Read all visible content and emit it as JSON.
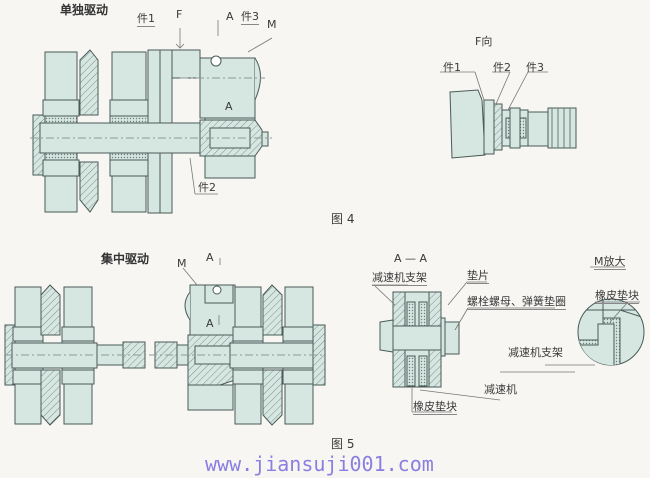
{
  "colors": {
    "part_fill": "#d6e6e1",
    "outline": "#4a5a58",
    "hatch": "#7f8f8c",
    "background": "#f7f6f3",
    "watermark": "#8a7fe0"
  },
  "figure4": {
    "caption": "图 4",
    "individual_drive": {
      "title": "单独驱动",
      "labels": {
        "part1": "件1",
        "force": "F",
        "section_a_top": "A",
        "part3": "件3",
        "detail_m": "M",
        "section_a_bottom": "A",
        "part2": "件2"
      }
    },
    "view_f": {
      "title": "F向",
      "labels": {
        "part1": "件1",
        "part2": "件2",
        "part3": "件3"
      }
    }
  },
  "figure5": {
    "caption": "图 5",
    "central_drive": {
      "title": "集中驱动",
      "labels": {
        "detail_m": "M",
        "section_a_top": "A",
        "section_a_bottom": "A"
      }
    },
    "section_aa": {
      "title": "A — A",
      "labels": {
        "reducer_bracket": "减速机支架",
        "shim": "垫片",
        "bolt_nut_washer": "螺栓螺母、弹簧垫圈",
        "reducer_bracket_2": "减速机支架",
        "reducer": "减速机",
        "rubber_pad": "橡皮垫块"
      }
    },
    "detail_m": {
      "title": "M放大",
      "labels": {
        "rubber_pad": "橡皮垫块",
        "reducer_bracket": "减速机支架"
      }
    }
  },
  "watermark": "www.jiansuji001.com"
}
